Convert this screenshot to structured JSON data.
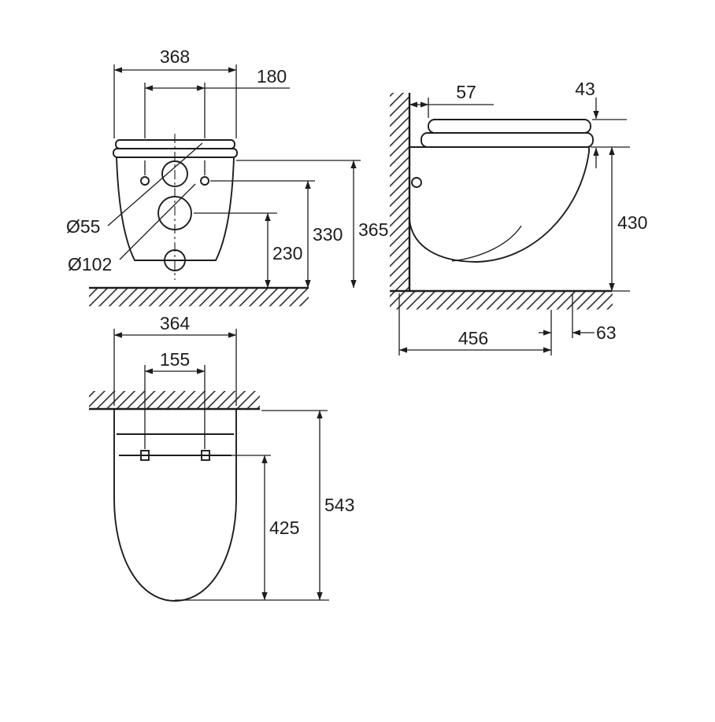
{
  "colors": {
    "line": "#1d1d1b",
    "background": "#ffffff"
  },
  "dims": {
    "front": {
      "overall_width": "368",
      "mount_hole_spacing": "180",
      "flush_connection_dia": "Ø55",
      "outlet_dia": "Ø102",
      "outlet_center_height": "230",
      "mount_hole_height": "330",
      "rim_top_height": "365"
    },
    "side": {
      "wall_to_hole": "57",
      "seat_thickness": "43",
      "seat_height": "430",
      "depth_to_front": "456",
      "front_extension": "63"
    },
    "plan": {
      "overall_width": "364",
      "connection_spacing": "155",
      "inner_depth": "425",
      "overall_depth": "543"
    }
  }
}
